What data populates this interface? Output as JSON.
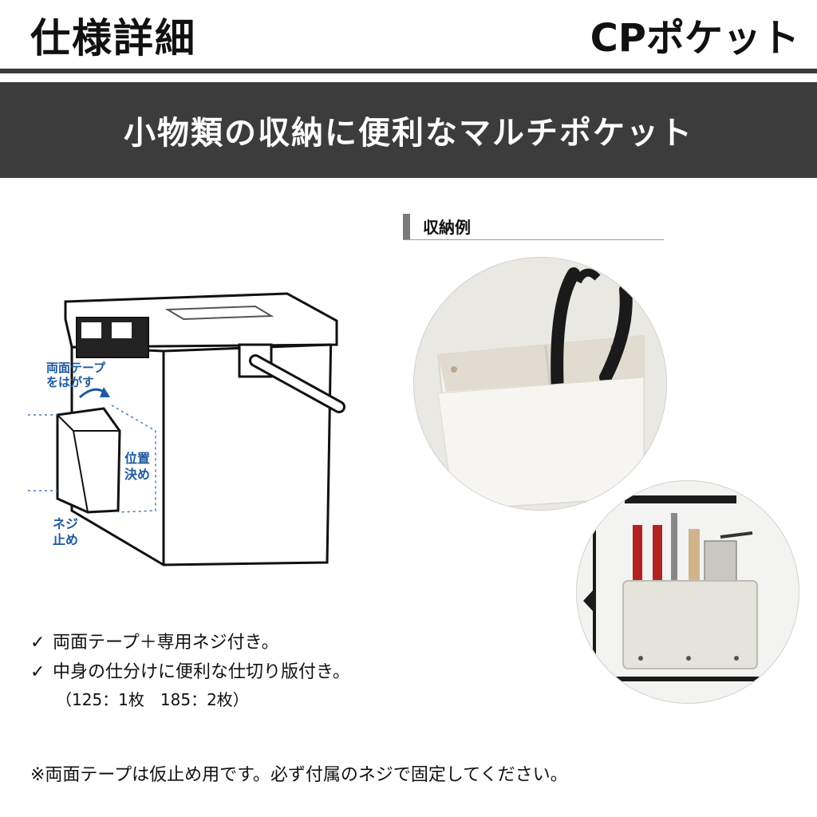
{
  "header": {
    "title": "仕様詳細",
    "product": "CPポケット"
  },
  "banner": {
    "text": "小物類の収納に便利なマルチポケット"
  },
  "example_section": {
    "label": "収納例"
  },
  "illustration": {
    "label_tape": "両面テープ",
    "label_tape2": "をはがす",
    "label_position": "位置",
    "label_position2": "決め",
    "label_screw": "ネジ",
    "label_screw2": "止め"
  },
  "features": {
    "check_glyph": "✓",
    "item1": "両面テープ＋専用ネジ付き。",
    "item2": "中身の仕分けに便利な仕切り版付き。",
    "item2_sub": "（125：1枚　185：2枚）"
  },
  "note": "※両面テープは仮止め用です。必ず付属のネジで固定してください。",
  "colors": {
    "banner_bg": "#3c3c3c",
    "rule": "#3a3a3a",
    "annotation_blue": "#1e5aa0"
  }
}
